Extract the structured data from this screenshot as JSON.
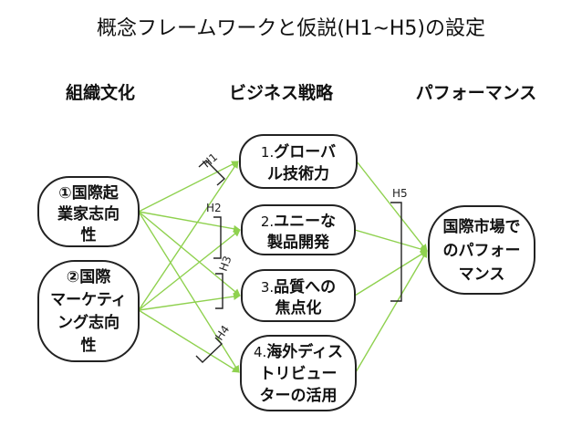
{
  "title": "概念フレームワークと仮説(H1~H5)の設定",
  "columns": {
    "left": "組織文化",
    "middle": "ビジネス戦略",
    "right": "パフォーマンス"
  },
  "culture_nodes": [
    {
      "lines": [
        "①国際起",
        "業家志向",
        "性"
      ]
    },
    {
      "lines": [
        "②国際",
        "マーケティ",
        "ング志向",
        "性"
      ]
    }
  ],
  "strategy_nodes": [
    {
      "num": "1.",
      "lines": [
        "グローバ",
        "ル技術力"
      ]
    },
    {
      "num": "2.",
      "lines": [
        "ユニーな",
        "製品開発"
      ]
    },
    {
      "num": "3.",
      "lines": [
        "品質への",
        "焦点化"
      ]
    },
    {
      "num": "4.",
      "lines": [
        "海外ディス",
        "トリビュー",
        "ターの活用"
      ]
    }
  ],
  "performance_node": {
    "lines": [
      "国際市場で",
      "のパフォー",
      "マンス"
    ]
  },
  "hypotheses": [
    "H1",
    "H2",
    "H3",
    "H4",
    "H5"
  ],
  "colors": {
    "arrow": "#8fd14f",
    "border": "#222222"
  }
}
